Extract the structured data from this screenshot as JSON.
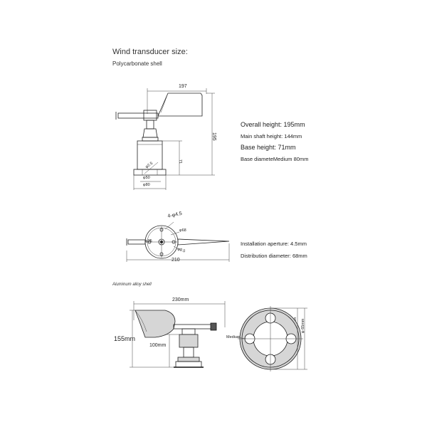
{
  "header": {
    "title": "Wind transducer size:",
    "polycarbonate_label": "Polycarbonate shell",
    "aluminum_label": "Aluminum alloy shell"
  },
  "specs": {
    "overall_height": "Overall height: 195mm",
    "main_shaft_height": "Main shaft height: 144mm",
    "base_height": "Base height: 71mm",
    "base_diameter": "Base diameteMedium 80mm",
    "installation_aperture": "Installation aperture: 4.5mm",
    "distribution_diameter": "Distribution diameter: 68mm"
  },
  "dims_poly_side": {
    "width": "197",
    "height": "195",
    "base": "71",
    "phi_bolt": "φ2.5",
    "phi50": "φ50",
    "phi80": "φ80"
  },
  "dims_poly_top": {
    "hole": "4-φ4.5",
    "pcd": "φ68",
    "width": "210",
    "side_mark": "φ35",
    "small_mark": "φ9.5"
  },
  "dims_alu": {
    "width": "230mm",
    "height": "155mm",
    "base": "100mm",
    "medium_label": "Medium",
    "phi65": "φ 65mm",
    "phi44": "φ 44mm"
  }
}
